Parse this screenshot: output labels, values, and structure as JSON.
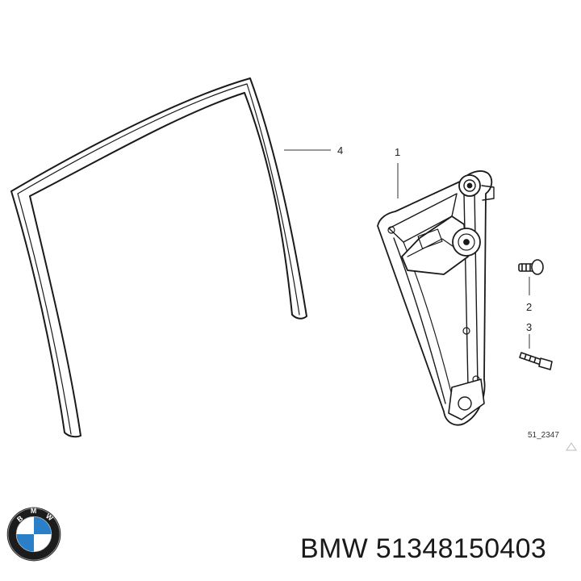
{
  "callouts": {
    "c1": "1",
    "c2": "2",
    "c3": "3",
    "c4": "4"
  },
  "diagram_ref": "51_2347",
  "caption": {
    "brand": "BMW",
    "part_number": "51348150403"
  },
  "logo": {
    "icon": "bmw-roundel-icon",
    "lettering": "BMW",
    "colors": {
      "ring": "#1c1c1c",
      "blue": "#2a7fc9",
      "white": "#ffffff"
    }
  }
}
